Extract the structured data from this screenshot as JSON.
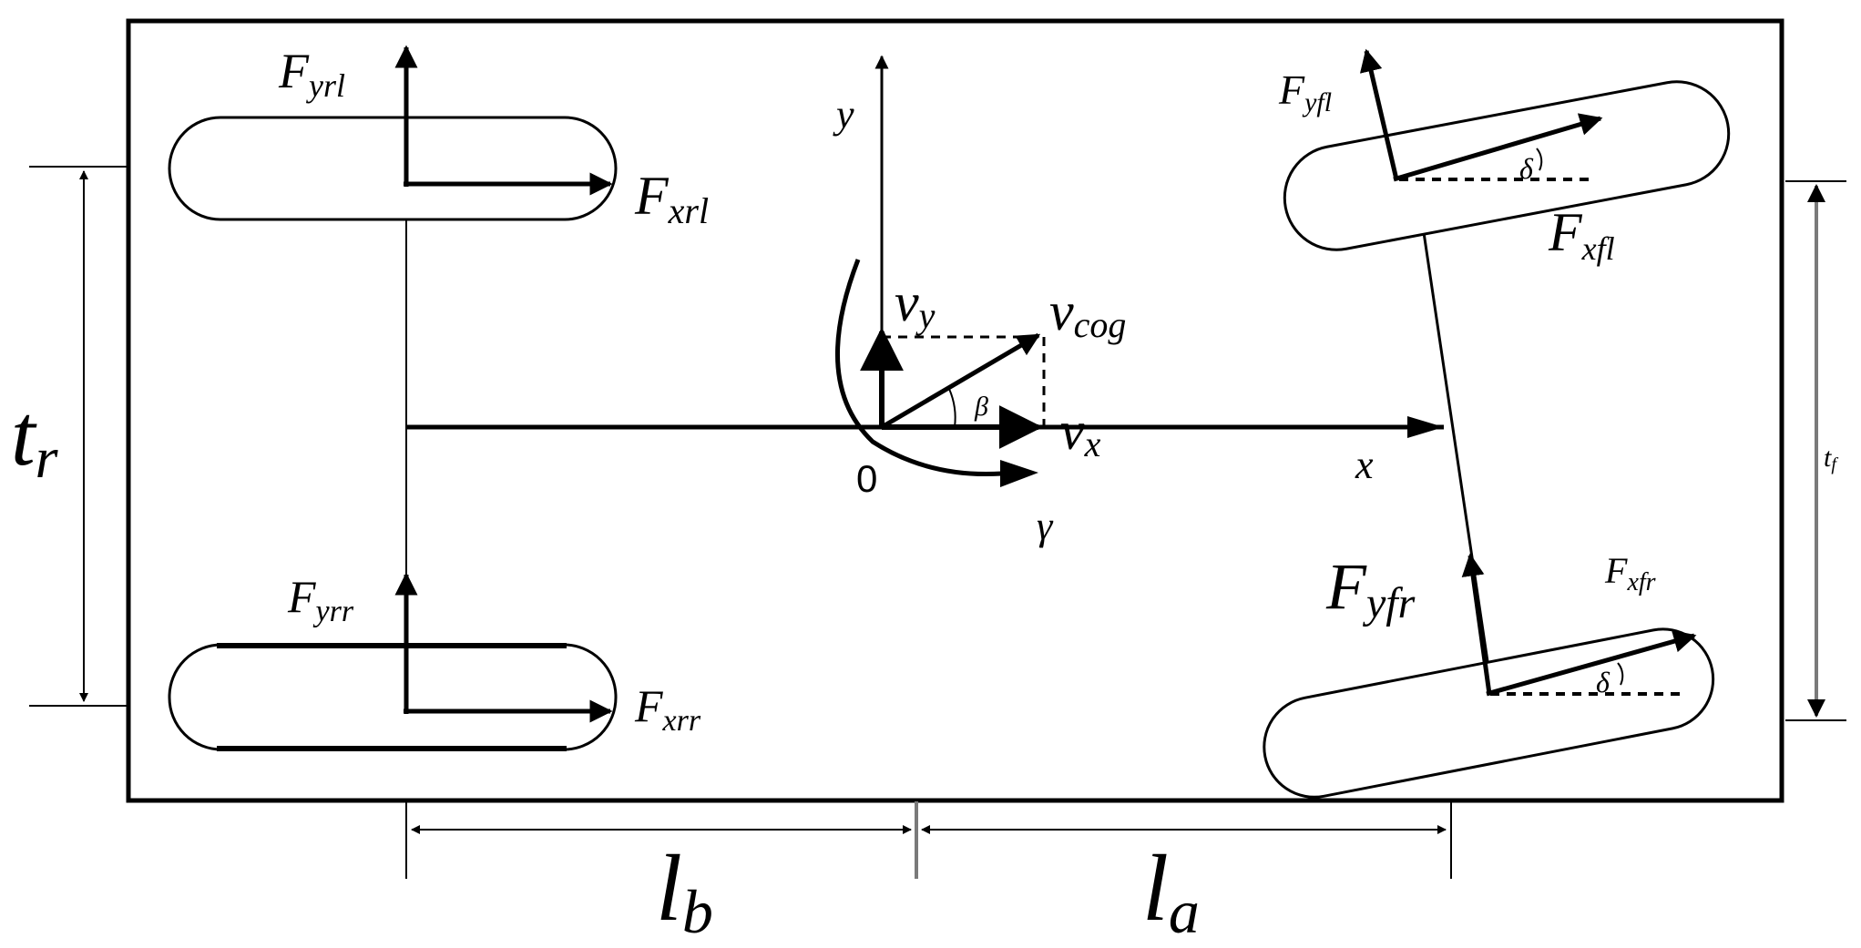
{
  "labels": {
    "f_y_rl": {
      "base": "F",
      "sub": "yrl"
    },
    "f_x_rl": {
      "base": "F",
      "sub": "xrl"
    },
    "f_y_rr": {
      "base": "F",
      "sub": "yrr"
    },
    "f_x_rr": {
      "base": "F",
      "sub": "xrr"
    },
    "f_y_fl": {
      "base": "F",
      "sub": "yfl"
    },
    "f_x_fl": {
      "base": "F",
      "sub": "xfl"
    },
    "f_y_fr": {
      "base": "F",
      "sub": "yfr"
    },
    "f_x_fr": {
      "base": "F",
      "sub": "xfr"
    },
    "y_axis": "y",
    "x_axis": "x",
    "origin": "0",
    "v_y": {
      "base": "v",
      "sub": "y"
    },
    "v_x": {
      "base": "v",
      "sub": "x"
    },
    "v_cog": {
      "base": "v",
      "sub": "cog"
    },
    "beta": "β",
    "gamma": "γ",
    "delta_fl": "δ",
    "delta_fr": "δ",
    "t_r": {
      "base": "t",
      "sub": "r"
    },
    "t_f": {
      "base": "t",
      "sub": "f"
    },
    "l_b": {
      "base": "l",
      "sub": "b"
    },
    "l_a": {
      "base": "l",
      "sub": "a"
    }
  }
}
